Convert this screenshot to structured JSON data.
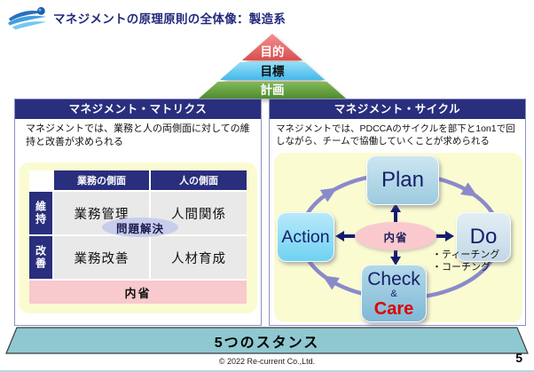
{
  "slide": {
    "title": "マネジメントの原理原則の全体像：製造系",
    "footer_banner": "5つのスタンス",
    "copyright": "© 2022 Re-current Co.,Ltd.",
    "page_number": "5"
  },
  "pyramid": {
    "levels": [
      {
        "label": "目的",
        "color": "#d94f4f"
      },
      {
        "label": "目標",
        "color": "#4cbcec"
      },
      {
        "label": "計画",
        "color": "#569031"
      }
    ]
  },
  "matrix_panel": {
    "header": "マネジメント・マトリクス",
    "description": "マネジメントでは、業務と人の両側面に対しての維持と改善が求められる",
    "table": {
      "column_headers": [
        "業務の側面",
        "人の側面"
      ],
      "row_headers": [
        "維持",
        "改善"
      ],
      "cells": [
        [
          "業務管理",
          "人間関係"
        ],
        [
          "業務改善",
          "人材育成"
        ]
      ],
      "overlay_label": "問題解決",
      "footer_label": "内省"
    }
  },
  "cycle_panel": {
    "header": "マネジメント・サイクル",
    "description": "マネジメントでは、PDCCAのサイクルを部下と1on1で回しながら、チームで協働していくことが求められる",
    "nodes": {
      "plan": "Plan",
      "do": "Do",
      "check": "Check",
      "check_connector": "&",
      "care": "Care",
      "action": "Action",
      "center": "内省"
    },
    "notes": [
      "・ティーチング",
      "・コーチング"
    ],
    "colors": {
      "care_text": "#e00000",
      "cycle_stroke": "#8a8acb",
      "arrow": "#151c70",
      "header_bg": "#292e7d",
      "banner_bg": "#8fc8d0"
    }
  }
}
